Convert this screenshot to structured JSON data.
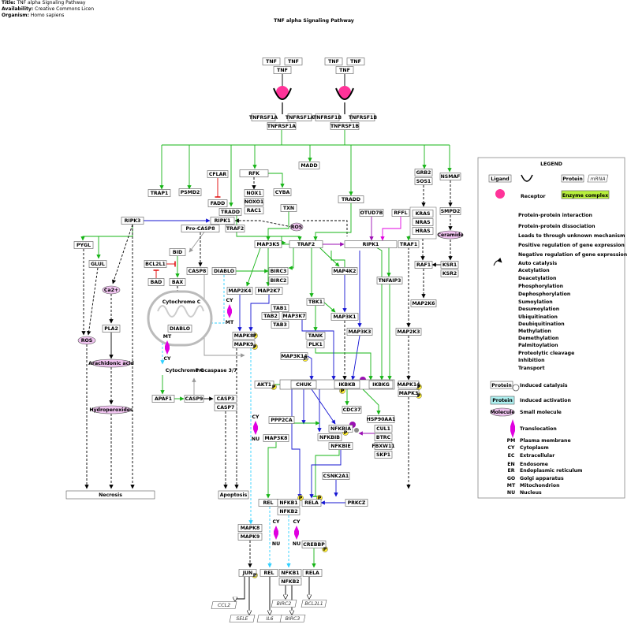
{
  "header": {
    "title_label": "Title:",
    "title_value": "TNF alpha Signaling Pathway",
    "availability_label": "Availability:",
    "availability_value": "Creative Commons Licen",
    "organism_label": "Organism:",
    "organism_value": "Homo sapiens"
  },
  "diagram": {
    "title": "TNF alpha Signaling Pathway",
    "colors": {
      "green": "#16b416",
      "blue": "#1414d2",
      "black": "#000000",
      "red": "#e00000",
      "cyan": "#30d0ff",
      "magenta": "#e000e0",
      "gray": "#999999",
      "purple": "#9b0fb4",
      "ligand": "#ff3399",
      "molecule": "#f0c4f0",
      "enzyme": "#b8f03c",
      "phospho": "#ffee33"
    }
  },
  "legend": {
    "title": "LEGEND",
    "ligand": "Ligand",
    "receptor": "Receptor",
    "protein": "Protein",
    "mrna": "mRNA",
    "enzyme_complex": "Enzyme complex",
    "items": [
      "Protein-protein interaction",
      "Protein-protein dissociation",
      "Leads to through unknown mechanism",
      "Positive regulation of gene expression",
      "Negative regulation of gene expression",
      "Auto catalysis",
      "Acetylation",
      "Deacetylation",
      "Phosphorylation",
      "Dephosphorylation",
      "Sumoylation",
      "Desumoylation",
      "Ubiquitination",
      "Deubiquitination",
      "Methylation",
      "Demethylation",
      "Palmitoylation",
      "Proteolytic cleavage",
      "Inhibition",
      "Transport",
      "Induced catalysis",
      "Induced activation",
      "Small molecule",
      "Translocation"
    ],
    "induced_catalysis_protein": "Protein",
    "induced_activation_protein": "Protein",
    "small_molecule_node": "Molecule",
    "locations": [
      {
        "code": "PM",
        "name": "Plasma membrane"
      },
      {
        "code": "CY",
        "name": "Cytoplasm"
      },
      {
        "code": "EC",
        "name": "Extracellular"
      },
      {
        "code": "EN",
        "name": "Endosome"
      },
      {
        "code": "ER",
        "name": "Endoplasmic reticulum"
      },
      {
        "code": "GO",
        "name": "Golgi apparatus"
      },
      {
        "code": "MT",
        "name": "Mitochondrion"
      },
      {
        "code": "NU",
        "name": "Nucleus"
      }
    ]
  },
  "nodes": {
    "tnf": "TNF",
    "tnfrsf1a": "TNFRSF1A",
    "tnfrsf1b": "TNFRSF1B",
    "cflar": "CFLAR",
    "rfk": "RFK",
    "madd": "MADD",
    "grb2": "GRB2",
    "sos1": "SOS1",
    "nsmaf": "NSMAF",
    "trap1": "TRAP1",
    "psmd2": "PSMD2",
    "nox1": "NOX1",
    "noxo1": "NOXO1",
    "rac1": "RAC1",
    "cyba": "CYBA",
    "fadd": "FADD",
    "tradd": "TRADD",
    "traf2": "TRAF2",
    "txn": "TXN",
    "otud7b": "OTUD7B",
    "rffl": "RFFL",
    "kras": "KRAS",
    "nras": "NRAS",
    "hras": "HRAS",
    "smpd2": "SMPD2",
    "ceramide": "Ceramide",
    "ripk3": "RIPK3",
    "ripk1": "RIPK1",
    "ros": "ROS",
    "pro_casp8": "Pro-CASP8",
    "pygl": "PYGL",
    "glul": "GLUL",
    "bid": "BID",
    "map3k5": "MAP3K5",
    "traf1": "TRAF1",
    "raf1": "RAF1",
    "ksr1": "KSR1",
    "ksr2": "KSR2",
    "bcl2l1": "BCL2L1",
    "casp8": "CASP8",
    "diablo": "DIABLO",
    "birc3": "BIRC3",
    "birc2": "BIRC2",
    "map4k2": "MAP4K2",
    "tnfaip3": "TNFAIP3",
    "bad": "BAD",
    "bax": "BAX",
    "map2k4": "MAP2K4",
    "map2k7": "MAP2K7",
    "tbk1": "TBK1",
    "map2k6": "MAP2K6",
    "ca2": "Ca2+",
    "cytochrome_c": "Cytochrome C",
    "tab1": "TAB1",
    "tab2": "TAB2",
    "map3k7": "MAP3K7",
    "tab3": "TAB3",
    "map3k1": "MAP3K1",
    "pla2": "PLA2",
    "mapk8": "MAPK8",
    "mapk9": "MAPK9",
    "map3k3": "MAP3K3",
    "map2k3": "MAP2K3",
    "tank": "TANK",
    "plk1": "PLK1",
    "arachidonic_acid": "Arachidonic acid",
    "procaspase37": "Procaspase 3/7",
    "map3k14": "MAP3K14",
    "akt1": "AKT1",
    "chuk": "CHUK",
    "ikbkb": "IKBKB",
    "ikbkg": "IKBKG",
    "mapk14": "MAPK14",
    "mapk3": "MAPK3",
    "apaf1": "APAF1",
    "casp9": "CASP9",
    "casp3": "CASP3",
    "casp7": "CASP7",
    "cdc37": "CDC37",
    "hsp90aa1": "HSP90AA1",
    "hydroperoxides": "Hydroperoxides",
    "ppp2ca": "PPP2CA",
    "nfkbia": "NFKBIA",
    "nfkbib": "NFKBIB",
    "nfkbie": "NFKBIE",
    "cul1": "CUL1",
    "btrc": "BTRC",
    "fbxw11": "FBXW11",
    "skp1": "SKP1",
    "map3k8": "MAP3K8",
    "csnk2a1": "CSNK2A1",
    "necrosis": "Necrosis",
    "apoptosis": "Apoptosis",
    "rel": "REL",
    "nfkb1": "NFKB1",
    "rela": "RELA",
    "nfkb2": "NFKB2",
    "prkcz": "PRKCZ",
    "creebbp": "CREBBP",
    "jun": "JUN",
    "p": "P",
    "cy": "CY",
    "mt": "MT",
    "nu": "NU"
  },
  "genes": {
    "ccl2": "CCL2",
    "sele": "SELE",
    "il6": "IL6",
    "birc3": "BIRC3",
    "birc2": "BIRC2",
    "bcl2l1": "BCL2L1"
  }
}
